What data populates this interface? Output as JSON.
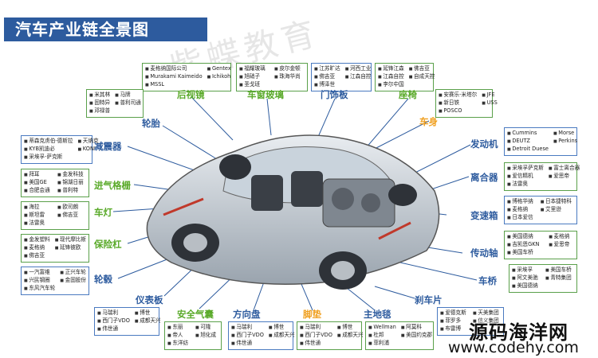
{
  "title": "汽车产业链全景图",
  "watermark": "紫蝶教育",
  "site": {
    "name_cn": "源码海洋网",
    "url": "www.codehy.com"
  },
  "colors": {
    "title_bg": "#2d5b9e",
    "label_blue": "#2d5b9e",
    "label_green": "#5aaa2a",
    "label_orange": "#f0a020",
    "box_border": "#5aa04a"
  },
  "components": {
    "houshijing": {
      "label": "后视镜",
      "companies": [
        "麦格纳国际公司",
        "Gentex",
        "Murakami Kaimeido",
        "Ichikoh",
        "MSSL"
      ]
    },
    "chechuangboli": {
      "label": "车窗玻璃",
      "companies": [
        "福耀玻璃",
        "皮尔金顿",
        "旭硝子",
        "珠海华尚",
        "圣戈班"
      ]
    },
    "menshiban": {
      "label": "门饰板",
      "companies": [
        "江苏旷达",
        "河西工业",
        "佛吉亚",
        "江森自控",
        "博泽世"
      ]
    },
    "zuoyi": {
      "label": "座椅",
      "companies": [
        "延锋江森",
        "佛吉亚",
        "江森自控",
        "自成天控",
        "李尔中国"
      ]
    },
    "cheshen": {
      "label": "车身",
      "companies": [
        "安赛乐-米塔尔",
        "JFE",
        "新日铁",
        "USS",
        "POSCO"
      ]
    },
    "luntai": {
      "label": "轮胎",
      "companies": [
        "米其林",
        "马牌",
        "固特异",
        "普利司通",
        "邓禄普"
      ]
    },
    "jianzhenqi": {
      "label": "减震器",
      "companies": [
        "蒂森克虏伯-德斯拉",
        "天纳克",
        "KYB凯迪必",
        "KONI",
        "采埃孚-萨克斯"
      ]
    },
    "jinqigeshan": {
      "label": "进气格栅",
      "companies": [
        "拜耳",
        "金发科技",
        "美国GE",
        "锦湖日丽",
        "合肥会通",
        "普利特"
      ]
    },
    "chedeng": {
      "label": "车灯",
      "companies": [
        "海拉",
        "欧司朗",
        "斯坦雷",
        "佛吉亚",
        "法雷奥"
      ]
    },
    "baoxiangang": {
      "label": "保险杠",
      "companies": [
        "金发塑料",
        "现代摩比斯",
        "麦格纳",
        "延锋彼欧",
        "佛吉亚"
      ]
    },
    "lungu": {
      "label": "轮毂",
      "companies": [
        "一汽富维",
        "正兴车轮",
        "兴民钢圈",
        "金固股份",
        "东风汽车轮"
      ]
    },
    "yibiaoban": {
      "label": "仪表板",
      "companies": [
        "马瑞利",
        "博世",
        "西门子VDO",
        "成都天兴",
        "伟世通"
      ]
    },
    "anquanqinang": {
      "label": "安全气囊",
      "companies": [
        "东丽",
        "可隆",
        "帝人",
        "旭化成",
        "东洋纺"
      ]
    },
    "fangxiangpan": {
      "label": "方向盘",
      "companies": [
        "马瑞利",
        "博世",
        "西门子VDO",
        "成都天兴",
        "伟世通"
      ]
    },
    "jiaodian": {
      "label": "脚垫",
      "companies": [
        "马瑞利",
        "博世",
        "西门子VDO",
        "成都天兴",
        "伟世通"
      ]
    },
    "zhudiditan": {
      "label": "主地毯",
      "companies": [
        "Wellman",
        "阿莫科",
        "杜邦",
        "美国约克郡",
        "菲利浦"
      ]
    },
    "shachepian": {
      "label": "刹车片",
      "companies": [
        "爱德克斯",
        "天美集团",
        "菲罗多",
        "信义集团",
        "布雷博"
      ]
    },
    "fadongji": {
      "label": "发动机",
      "companies": [
        "Cummins",
        "Morse",
        "DEUTZ",
        "Perkins",
        "Detroit Duese"
      ]
    },
    "liheqi": {
      "label": "离合器",
      "companies": [
        "采埃孚萨克斯",
        "富士离合器",
        "爱信精机",
        "爱思帝",
        "法雷奥"
      ]
    },
    "biansuxiang": {
      "label": "变速箱",
      "companies": [
        "博格华纳",
        "日本捷特科",
        "麦格纳",
        "艾里逊",
        "日本爱信"
      ]
    },
    "chuandongzhou": {
      "label": "传动轴",
      "companies": [
        "美国德纳",
        "麦格纳",
        "吉凯恩GKN",
        "爱思帝",
        "美国车桥"
      ]
    },
    "cheqiao": {
      "label": "车桥",
      "companies": [
        "采埃孚",
        "美国车桥",
        "阿文美驰",
        "青特集团",
        "美国德纳"
      ]
    }
  }
}
